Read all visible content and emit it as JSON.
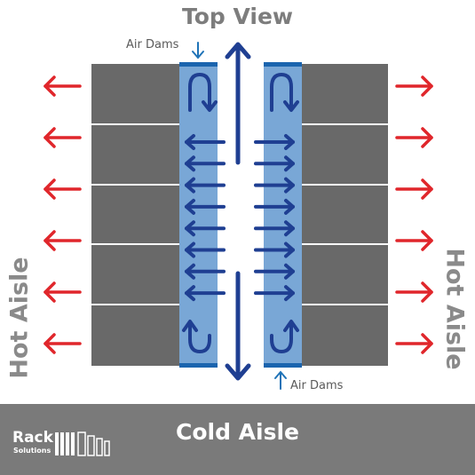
{
  "title": "Top View",
  "air_dams_top": "Air Dams",
  "air_dams_bottom": "Air Dams",
  "hot_aisle_left": "Hot Aisle",
  "hot_aisle_right": "Hot Aisle",
  "cold_aisle": "Cold Aisle",
  "logo": {
    "line1": "Rack",
    "line2": "Solutions"
  },
  "colors": {
    "rack": "#696969",
    "cold_channel": "#79a7d6",
    "air_dam": "#1a64ae",
    "airflow_arrow": "#1f3f92",
    "hot_arrow": "#e0262b",
    "label_blue": "#1f73b7",
    "footer": "#7a7a7a"
  },
  "rack_rows": 5,
  "airflow_arrow_rows": 8,
  "hot_arrow_rows": 6
}
